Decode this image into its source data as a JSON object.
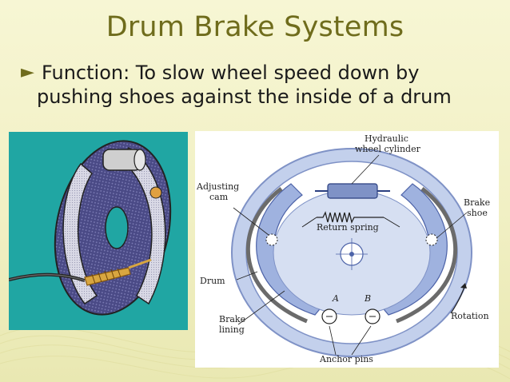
{
  "slide": {
    "title": "Drum Brake Systems",
    "bullet": {
      "marker": "►",
      "line1": "Function:  To slow wheel speed down by",
      "line2": "pushing shoes against the inside of a drum"
    }
  },
  "diagram": {
    "labels": {
      "hydraulic1": "Hydraulic",
      "hydraulic2": "wheel cylinder",
      "adjusting1": "Adjusting",
      "adjusting2": "cam",
      "return_spring": "Return spring",
      "brake_shoe1": "Brake",
      "brake_shoe2": "shoe",
      "drum": "Drum",
      "a": "A",
      "b": "B",
      "brake_lining1": "Brake",
      "brake_lining2": "lining",
      "rotation": "Rotation",
      "anchor_pins": "Anchor pins"
    }
  },
  "colors": {
    "title": "#6f6c1c",
    "background": "#f3f2c8",
    "photo_bg": "#20a6a3",
    "diagram_drum": "#b9c8e8",
    "diagram_shoe": "#9fb2df"
  }
}
